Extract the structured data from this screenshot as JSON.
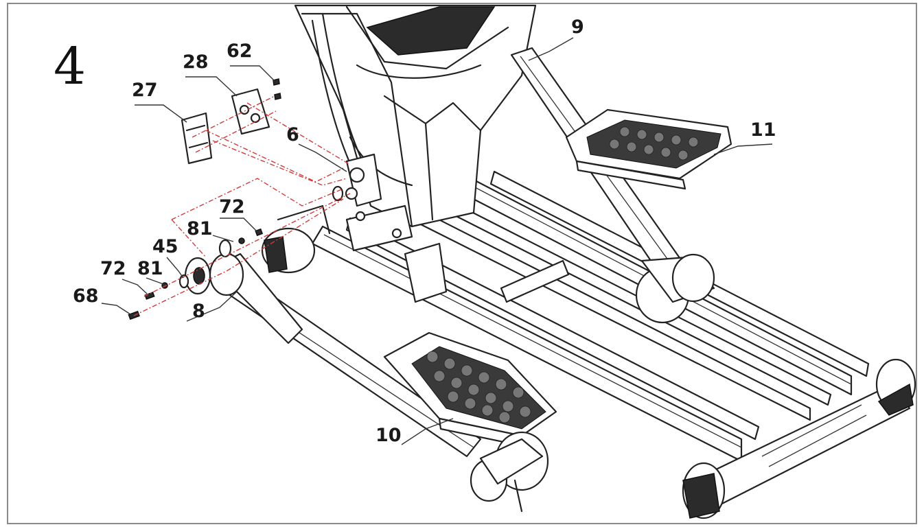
{
  "diagram": {
    "step_number": "4",
    "callouts": [
      {
        "id": "62",
        "label": "62"
      },
      {
        "id": "28",
        "label": "28"
      },
      {
        "id": "27",
        "label": "27"
      },
      {
        "id": "9",
        "label": "9"
      },
      {
        "id": "6",
        "label": "6"
      },
      {
        "id": "11",
        "label": "11"
      },
      {
        "id": "72a",
        "label": "72"
      },
      {
        "id": "81a",
        "label": "81"
      },
      {
        "id": "45",
        "label": "45"
      },
      {
        "id": "72b",
        "label": "72"
      },
      {
        "id": "81b",
        "label": "81"
      },
      {
        "id": "68",
        "label": "68"
      },
      {
        "id": "8",
        "label": "8"
      },
      {
        "id": "10",
        "label": "10"
      }
    ],
    "colors": {
      "guide_line": "#d23a3a",
      "line_art": "#222222",
      "frame": "#8a8a8a",
      "pedal_pad": "#3a3a3a"
    }
  }
}
